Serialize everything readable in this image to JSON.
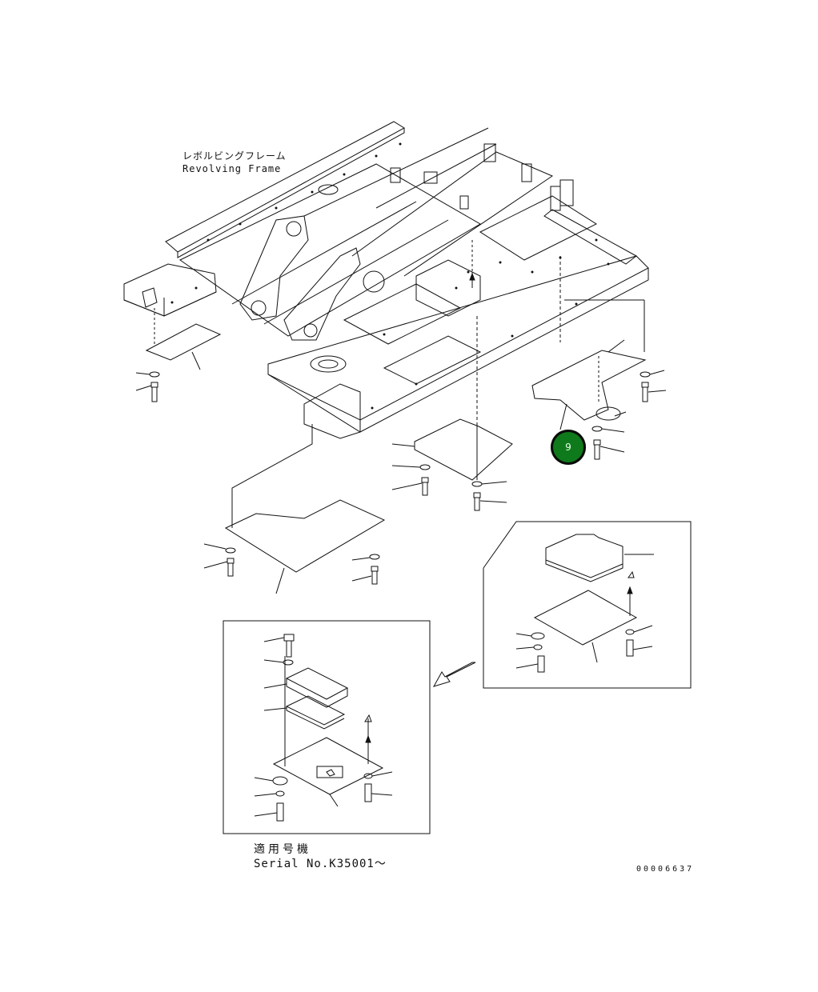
{
  "labels": {
    "frame_jp": "レボルビングフレーム",
    "frame_en": "Revolving Frame",
    "serial_jp": "適用号機",
    "serial_en": "Serial No.K35001～",
    "drawing_no": "00006637"
  },
  "callout": {
    "number": "9",
    "color": "#0f7a1b"
  },
  "colors": {
    "line": "#111111",
    "background": "#ffffff"
  }
}
